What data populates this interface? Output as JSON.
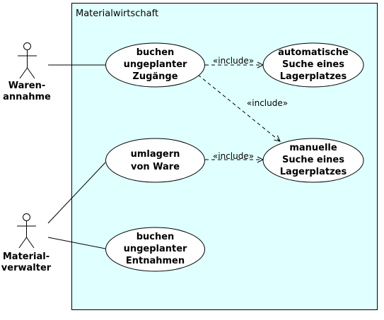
{
  "system": {
    "title": "Materialwirtschaft",
    "fill_color": "#e0ffff"
  },
  "actors": {
    "warenannahme": {
      "line1": "Waren-",
      "line2": "annahme"
    },
    "materialverwalter": {
      "line1": "Material-",
      "line2": "verwalter"
    }
  },
  "use_cases": {
    "buchen_zugaenge": {
      "line1": "buchen",
      "line2": "ungeplanter",
      "line3": "Zugänge"
    },
    "automatische_suche": {
      "line1": "automatische",
      "line2": "Suche eines",
      "line3": "Lagerplatzes"
    },
    "umlagern": {
      "line1": "umlagern",
      "line2": "von Ware"
    },
    "manuelle_suche": {
      "line1": "manuelle",
      "line2": "Suche eines",
      "line3": "Lagerplatzes"
    },
    "buchen_entnahmen": {
      "line1": "buchen",
      "line2": "ungeplanter",
      "line3": "Entnahmen"
    }
  },
  "relations": {
    "include_1": "«include»",
    "include_2": "«include»",
    "include_3": "«include»"
  }
}
